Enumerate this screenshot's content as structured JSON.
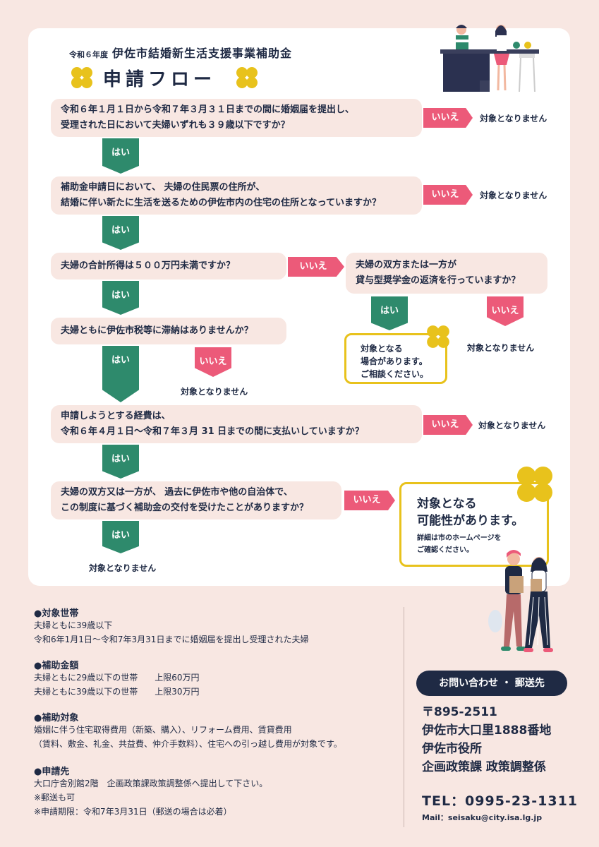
{
  "header": {
    "year_label": "令和６年度",
    "program_title": "伊佐市結婚新生活支援事業補助金",
    "flow_title": "申請フロー"
  },
  "flow": {
    "yes_label": "はい",
    "no_label": "いいえ",
    "not_eligible": "対象となりません",
    "q1": {
      "line1": "令和６年１月１日から令和７年３月３１日までの間に婚姻届を提出し、",
      "line2": "受理された日において夫婦いずれも３９歳以下ですか？"
    },
    "q2": {
      "line1": "補助金申請日において、 夫婦の住民票の住所が、",
      "line2": "結婚に伴い新たに生活を送るための伊佐市内の住宅の住所となっていますか？"
    },
    "q3": {
      "line1": "夫婦の合計所得は５００万円未満ですか？"
    },
    "q3b": {
      "line1": "夫婦の双方または一方が",
      "line2": "貸与型奨学金の返済を行っていますか？"
    },
    "q3b_yes_result": {
      "line1": "対象となる",
      "line2": "場合があります。",
      "line3": "ご相談ください。"
    },
    "q4": {
      "line1": "夫婦ともに伊佐市税等に滞納はありませんか？"
    },
    "q5": {
      "line1": "申請しようとする経費は、",
      "line2": "令和６年４月１日～令和７年３月 31 日までの間に支払いしていますか？"
    },
    "q6": {
      "line1": "夫婦の双方又は一方が、 過去に伊佐市や他の自治体で、",
      "line2": "この制度に基づく補助金の交付を受けたことがありますか？"
    },
    "final": {
      "line1": "対象となる",
      "line2": "可能性があります。",
      "line3": "詳細は市のホームページを",
      "line4": "ご確認ください。"
    }
  },
  "info": {
    "target": {
      "heading": "●対象世帯",
      "lines": [
        "夫婦ともに39歳以下",
        "令和6年1月1日～令和7年3月31日までに婚姻届を提出し受理された夫婦"
      ]
    },
    "amount": {
      "heading": "●補助金額",
      "lines": [
        "夫婦ともに29歳以下の世帯　　上限60万円",
        "夫婦ともに39歳以下の世帯　　上限30万円"
      ]
    },
    "scope": {
      "heading": "●補助対象",
      "lines": [
        "婚姻に伴う住宅取得費用（新築、購入）、リフォーム費用、賃貸費用",
        "（賃料、敷金、礼金、共益費、仲介手数料）、住宅への引っ越し費用が対象です。"
      ]
    },
    "apply": {
      "heading": "●申請先",
      "lines": [
        "大口庁舎別館2階　企画政策課政策調整係へ提出して下さい。",
        "※郵送も可",
        "※申請期限：令和7年3月31日（郵送の場合は必着）"
      ]
    }
  },
  "contact": {
    "label": "お問い合わせ ・ 郵送先",
    "postal": "〒895-2511",
    "address": "伊佐市大口里1888番地",
    "office": "伊佐市役所",
    "dept": "企画政策課 政策調整係",
    "tel": "TEL：0995-23-1311",
    "mail": "Mail：seisaku@city.isa.lg.jp"
  },
  "colors": {
    "yes": "#2e8a6c",
    "no": "#ec5a79",
    "accent": "#e8c21c",
    "navy": "#1f2a44",
    "bg": "#f8e7e2"
  },
  "icons": [
    "flower-icon",
    "couple-kitchen-illustration",
    "couple-shopping-illustration"
  ]
}
